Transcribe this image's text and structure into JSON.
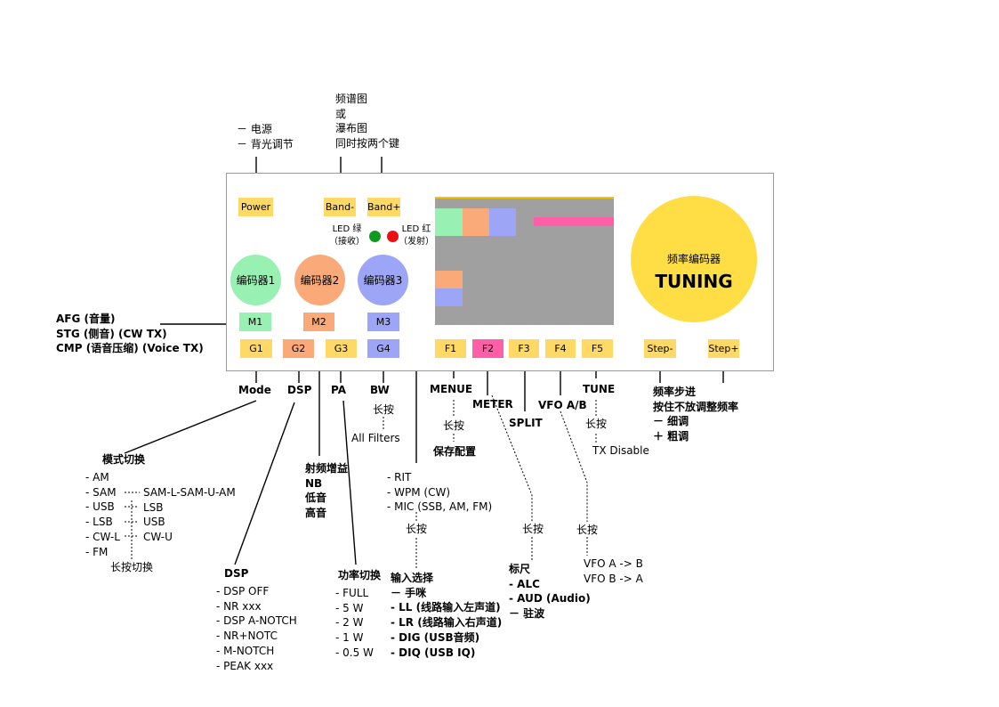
{
  "colors": {
    "yellow": "#ffd966",
    "green": "#99f0b3",
    "orange": "#f9aa78",
    "blue": "#9ca5f6",
    "pink": "#ff5fa7",
    "screen": "#a0a0a0",
    "tuning": "#ffdd45",
    "led_green": "#0e9a1f",
    "led_red": "#ee1010"
  },
  "top_notes": {
    "power": [
      "－ 电源",
      "－ 背光调节"
    ],
    "band": [
      "频谱图",
      "或",
      "瀑布图",
      "同时按两个键"
    ]
  },
  "buttons": {
    "power": "Power",
    "band_minus": "Band-",
    "band_plus": "Band+",
    "m1": "M1",
    "m2": "M2",
    "m3": "M3",
    "g1": "G1",
    "g2": "G2",
    "g3": "G3",
    "g4": "G4",
    "f1": "F1",
    "f2": "F2",
    "f3": "F3",
    "f4": "F4",
    "f5": "F5",
    "step_minus": "Step-",
    "step_plus": "Step+"
  },
  "led": {
    "green_label": "LED 绿",
    "green_sub": "（接收）",
    "red_label": "LED 红",
    "red_sub": "（发射）"
  },
  "encoders": {
    "e1": "编码器1",
    "e2": "编码器2",
    "e3": "编码器3"
  },
  "tuning": {
    "title": "频率编码器",
    "label": "TUNING"
  },
  "m1_notes": [
    "AFG (音量)",
    "STG (侧音) (CW TX)",
    "CMP (语音压缩) (Voice TX)"
  ],
  "g_labels": {
    "mode": "Mode",
    "dsp": "DSP",
    "pa": "PA",
    "bw": "BW",
    "bw_long": "长按",
    "bw_filters": "All Filters"
  },
  "f_labels": {
    "menue": "MENUE",
    "menue_long": "长按",
    "menue_save": "保存配置",
    "meter": "METER",
    "split": "SPLIT",
    "vfoab": "VFO A/B",
    "tune": "TUNE",
    "tune_long": "长按",
    "tx_disable": "TX Disable"
  },
  "step_notes": [
    "频率步进",
    "按住不放调整频率",
    "－ 细调",
    "＋ 粗调"
  ],
  "mode_list": {
    "title": "模式切换",
    "left": [
      "- AM",
      "- SAM",
      "- USB",
      "- LSB",
      "- CW-L",
      "- FM"
    ],
    "right": [
      "SAM-L-SAM-U-AM",
      "LSB",
      "USB",
      "CW-U"
    ],
    "long": "长按切换"
  },
  "dsp_list": {
    "title": "DSP",
    "items": [
      "- DSP OFF",
      "- NR xxx",
      "- DSP A-NOTCH",
      "- NR+NOTC",
      "- M-NOTCH",
      "- PEAK xxx"
    ]
  },
  "m2_notes": [
    "射频增益",
    "NB",
    "低音",
    "高音"
  ],
  "pa_list": {
    "title": "功率切换",
    "items": [
      "- FULL",
      "- 5 W",
      "- 2 W",
      "- 1 W",
      "- 0.5 W"
    ]
  },
  "m3_list": [
    "- RIT",
    "- WPM (CW)",
    "- MIC (SSB, AM, FM)"
  ],
  "m3_long": "长按",
  "input_list": {
    "title": "输入选择",
    "items": [
      "－ 手咪",
      "- LL (线路输入左声道)",
      "- LR (线路输入右声道)",
      "- DIG (USB音频)",
      "- DIQ (USB IQ)"
    ]
  },
  "meter_long": "长按",
  "meter_list": {
    "title": "标尺",
    "items": [
      "- ALC",
      "- AUD (Audio)",
      "－ 驻波"
    ]
  },
  "vfo_long": "长按",
  "vfo_list": [
    "VFO A -> B",
    "VFO B -> A"
  ]
}
